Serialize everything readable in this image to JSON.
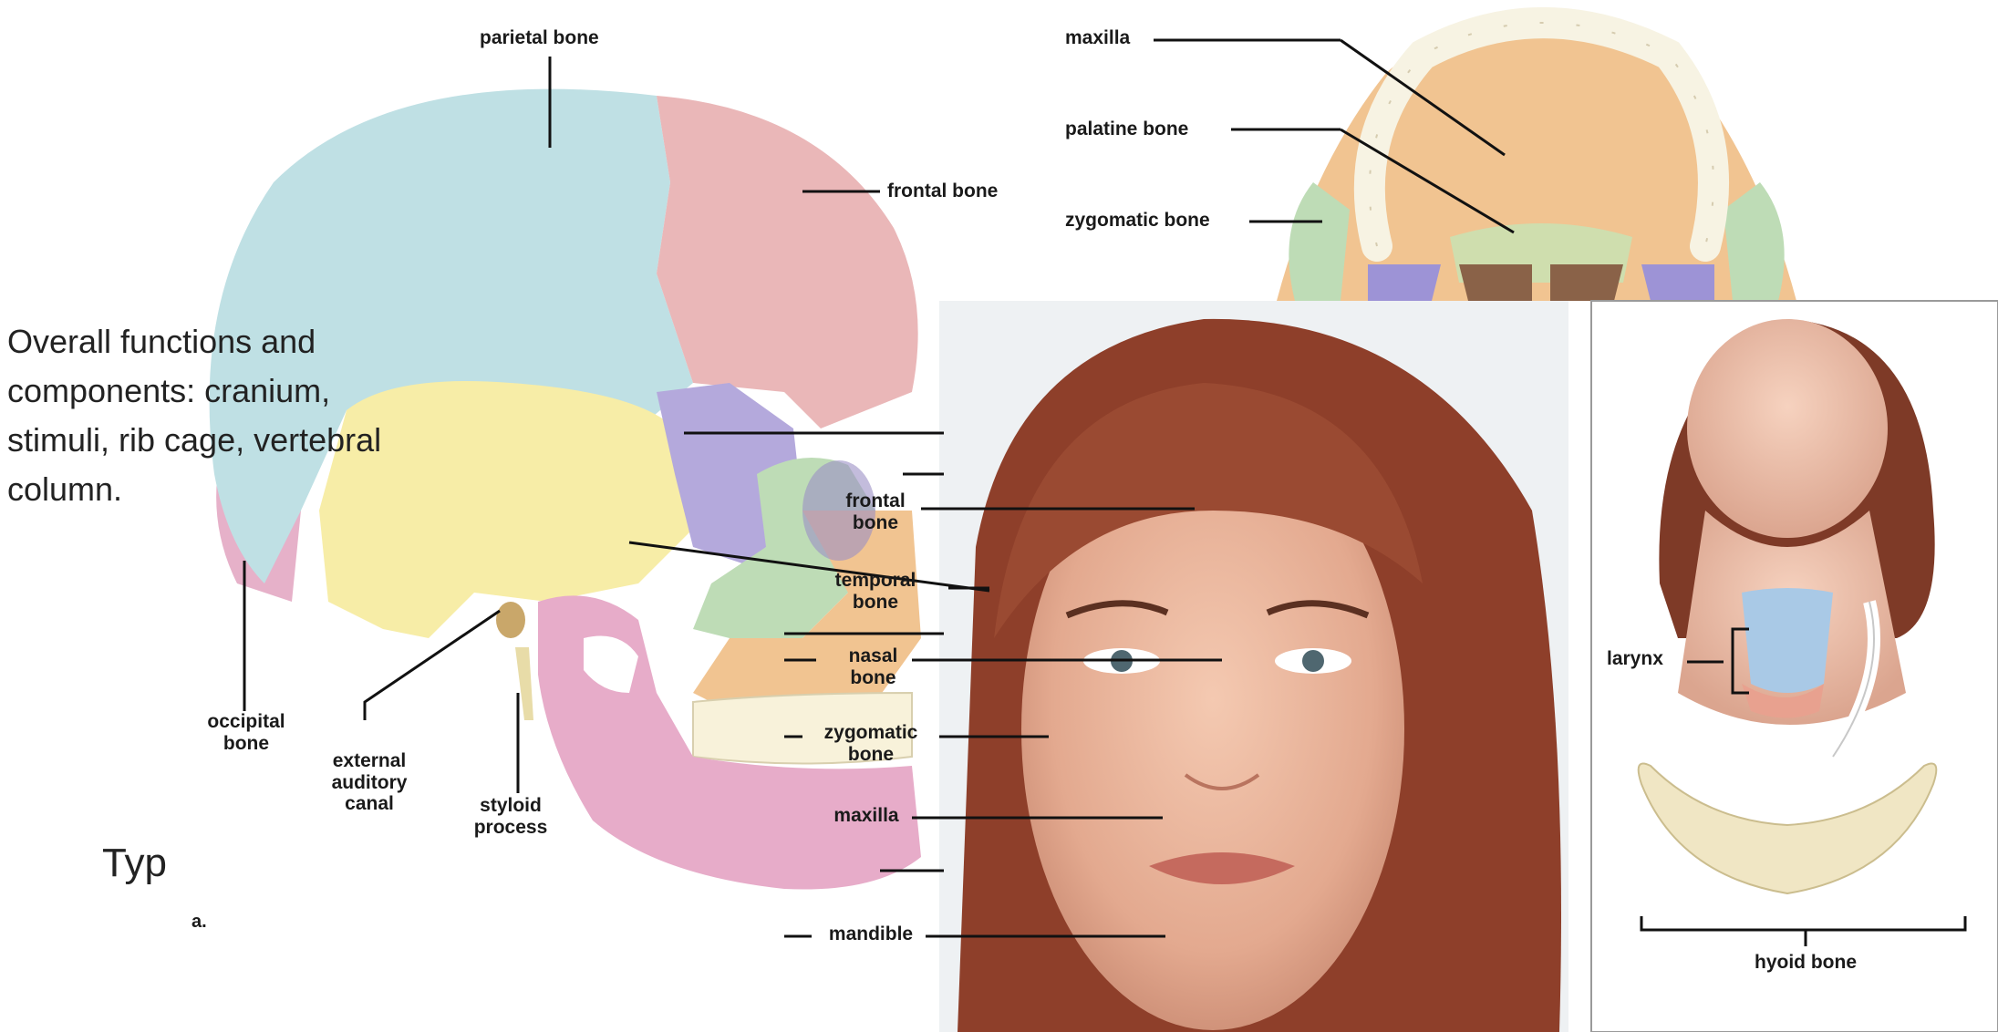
{
  "slide": {
    "overview_text": [
      "Overall functions and",
      "components: cranium,",
      "stimuli, rib cage, vertebral",
      "column."
    ],
    "partial_heading": "Typ"
  },
  "skull_lateral": {
    "panel_letter": "a.",
    "labels": {
      "parietal_bone": "parietal bone",
      "frontal_bone": "frontal bone",
      "occipital_bone": [
        "occipital",
        "bone"
      ],
      "external_auditory_canal": [
        "external",
        "auditory",
        "canal"
      ],
      "styloid_process": [
        "styloid",
        "process"
      ]
    },
    "colors": {
      "parietal": "#bfe0e4",
      "frontal": "#eab7b8",
      "temporal": "#f7eda7",
      "sphenoid": "#b4a9dc",
      "zygomatic": "#bedcb6",
      "maxilla": "#f1c491",
      "mandible": "#e7acc9",
      "occipital": "#e6b1c9"
    }
  },
  "palate": {
    "labels": {
      "maxilla": "maxilla",
      "palatine_bone": "palatine bone",
      "zygomatic_bone": "zygomatic bone"
    }
  },
  "face": {
    "labels": {
      "frontal_bone": [
        "frontal",
        "bone"
      ],
      "temporal_bone": [
        "temporal",
        "bone"
      ],
      "nasal_bone": [
        "nasal",
        "bone"
      ],
      "zygomatic_bone": [
        "zygomatic",
        "bone"
      ],
      "maxilla": "maxilla",
      "mandible": "mandible"
    }
  },
  "neck": {
    "labels": {
      "larynx": "larynx",
      "hyoid_bone": "hyoid bone"
    }
  }
}
